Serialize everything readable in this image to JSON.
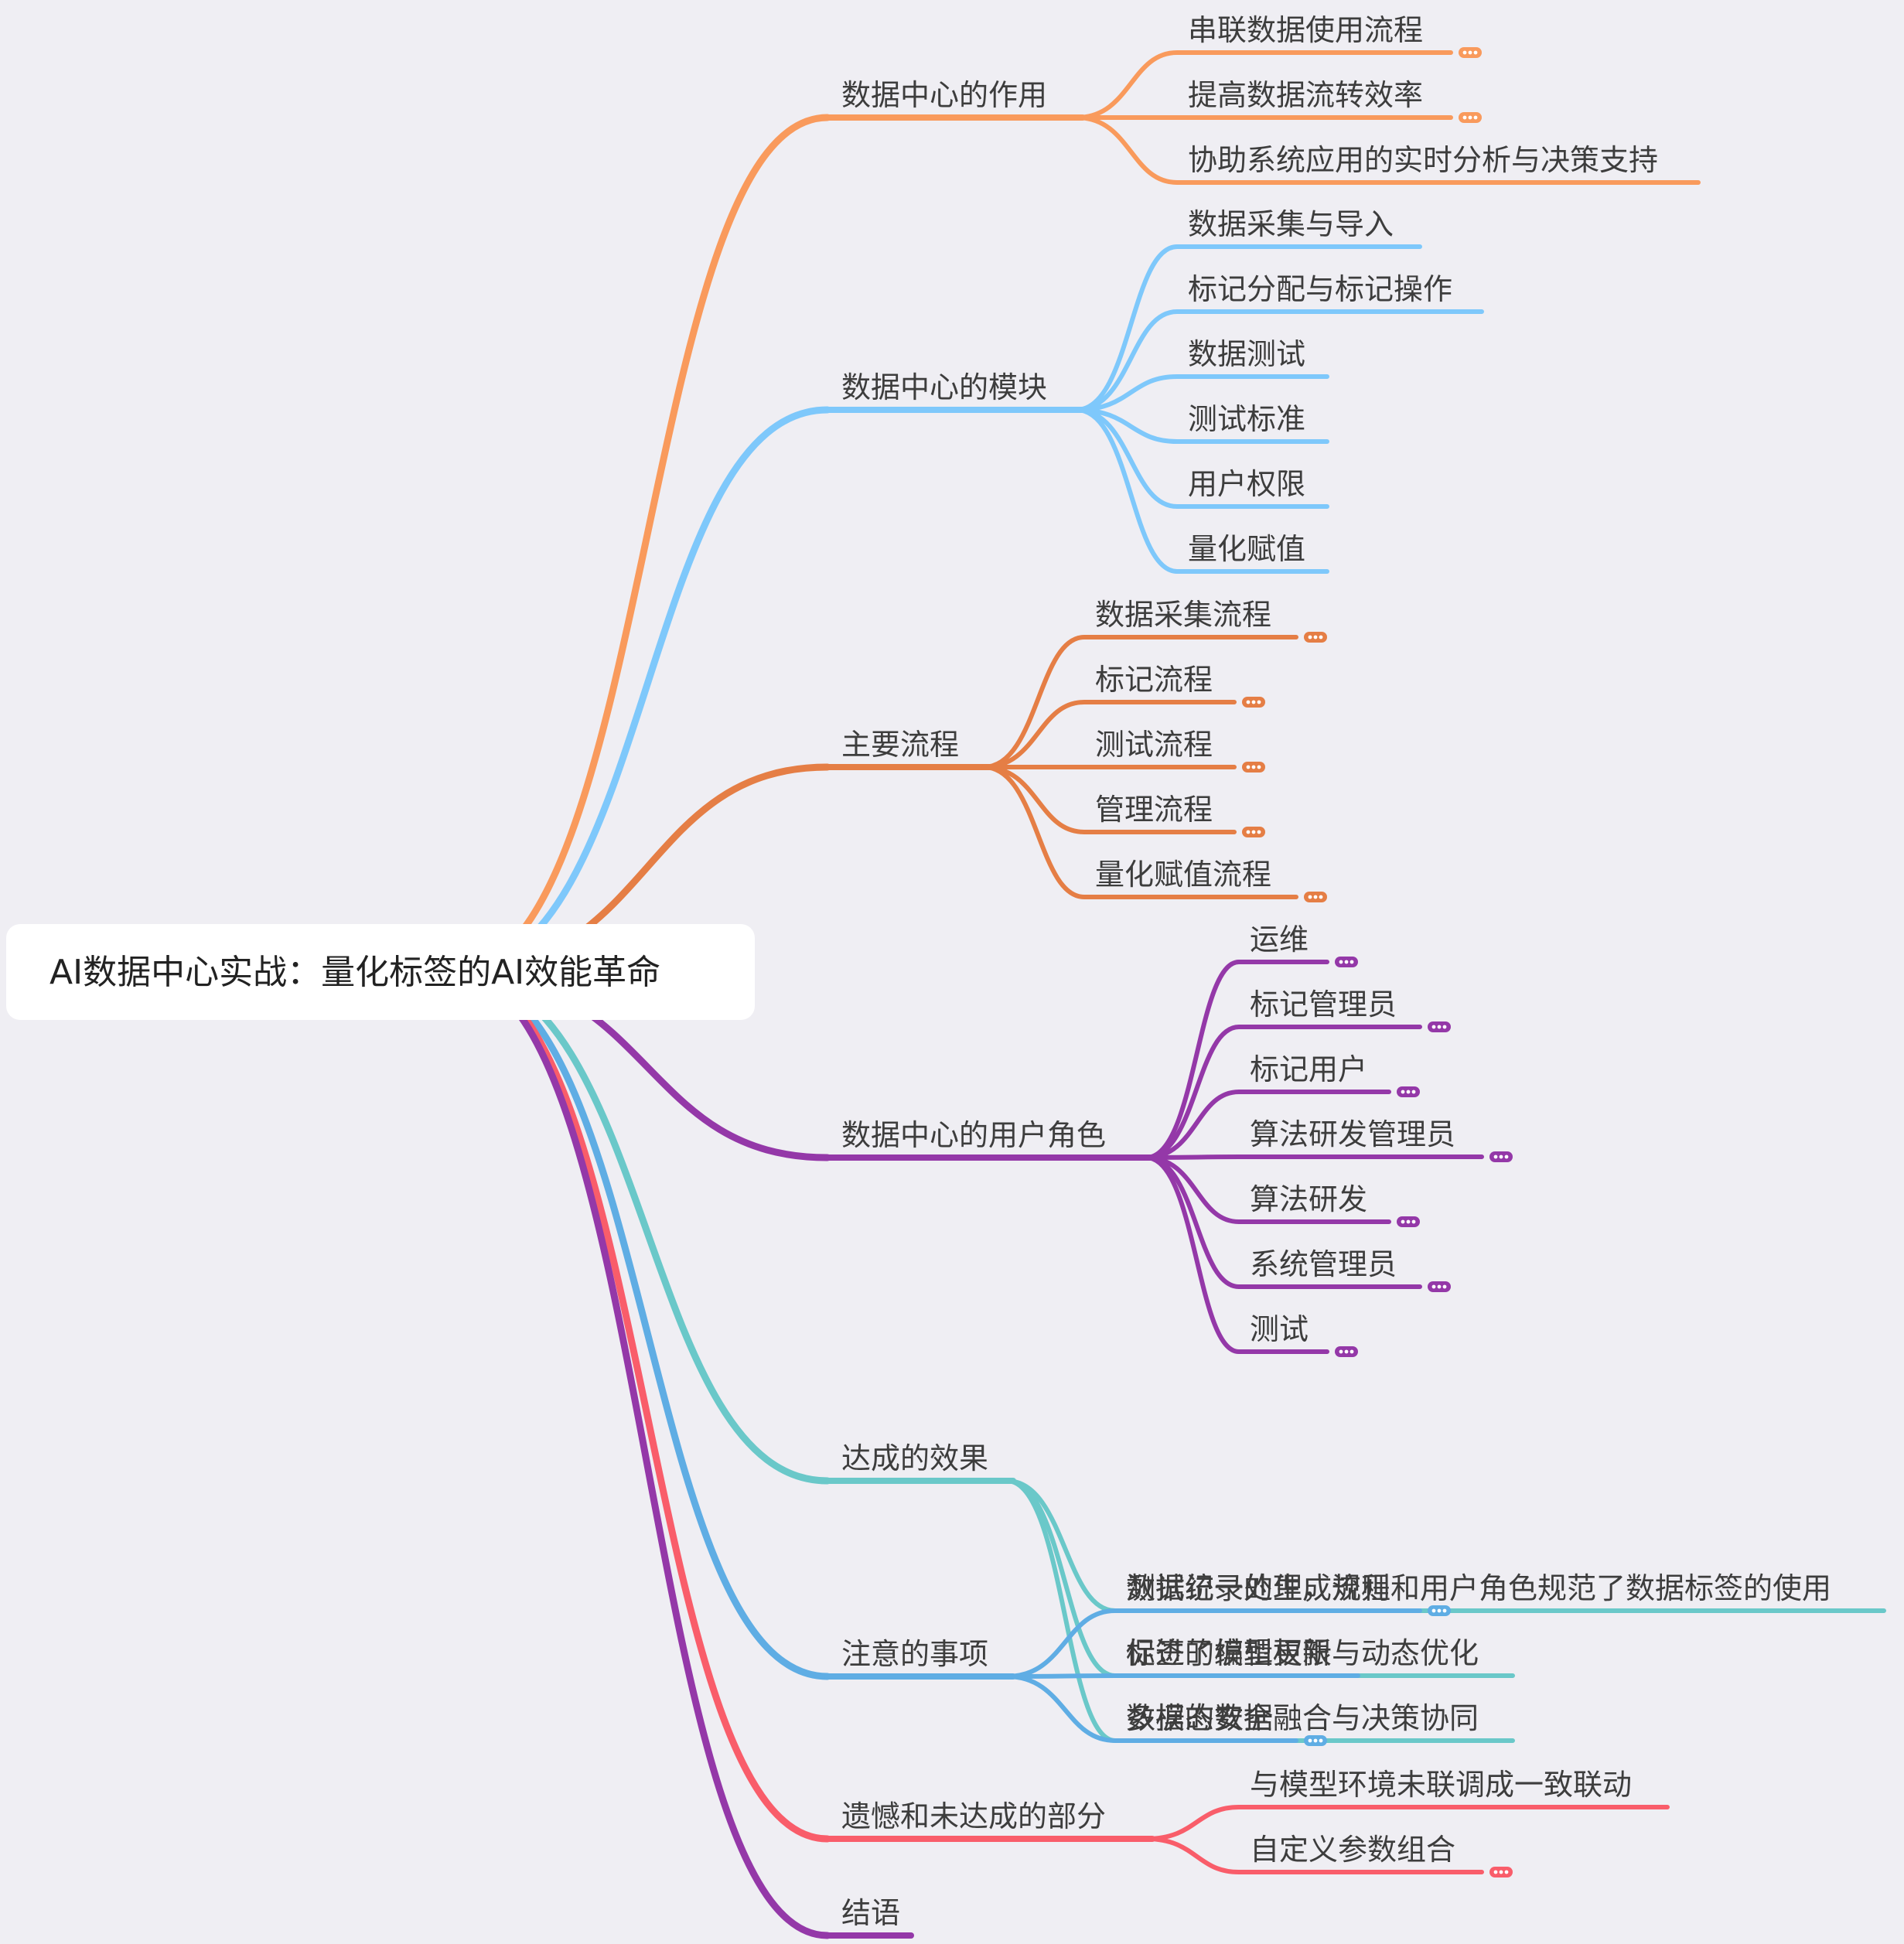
{
  "root": {
    "title": "AI数据中心实战：量化标签的AI效能革命"
  },
  "colors": {
    "background": "#efeef3",
    "root_fill": "#ffffff",
    "text": "#3d3d3d"
  },
  "branches": [
    {
      "label": "数据中心的作用",
      "color": "#f99a5c",
      "children": [
        {
          "label": "串联数据使用流程",
          "collapsed": true
        },
        {
          "label": "提高数据流转效率",
          "collapsed": true
        },
        {
          "label": "协助系统应用的实时分析与决策支持",
          "collapsed": false
        }
      ]
    },
    {
      "label": "数据中心的模块",
      "color": "#7ec8fb",
      "children": [
        {
          "label": "数据采集与导入",
          "collapsed": false
        },
        {
          "label": "标记分配与标记操作",
          "collapsed": false
        },
        {
          "label": "数据测试",
          "collapsed": false
        },
        {
          "label": "测试标准",
          "collapsed": false
        },
        {
          "label": "用户权限",
          "collapsed": false
        },
        {
          "label": "量化赋值",
          "collapsed": false
        }
      ]
    },
    {
      "label": "主要流程",
      "color": "#e57e45",
      "children": [
        {
          "label": "数据采集流程",
          "collapsed": true
        },
        {
          "label": "标记流程",
          "collapsed": true
        },
        {
          "label": "测试流程",
          "collapsed": true
        },
        {
          "label": "管理流程",
          "collapsed": true
        },
        {
          "label": "量化赋值流程",
          "collapsed": true
        }
      ]
    },
    {
      "label": "数据中心的用户角色",
      "color": "#9438a8",
      "children": [
        {
          "label": "运维",
          "collapsed": true
        },
        {
          "label": "标记管理员",
          "collapsed": true
        },
        {
          "label": "标记用户",
          "collapsed": true
        },
        {
          "label": "算法研发管理员",
          "collapsed": true
        },
        {
          "label": "算法研发",
          "collapsed": true
        },
        {
          "label": "系统管理员",
          "collapsed": true
        },
        {
          "label": "测试",
          "collapsed": true
        }
      ]
    },
    {
      "label": "达成的效果",
      "color": "#6ac8c9",
      "children": [
        {
          "label": "数据统一处理，流程和用户角色规范了数据标签的使用",
          "collapsed": false
        },
        {
          "label": "促进了模型更新与动态优化",
          "collapsed": false
        },
        {
          "label": "多模态数据融合与决策协同",
          "collapsed": false
        }
      ]
    },
    {
      "label": "注意的事项",
      "color": "#5fade4",
      "children": [
        {
          "label": "测试记录的生成规则",
          "collapsed": true
        },
        {
          "label": "标签的编辑权限",
          "collapsed": false
        },
        {
          "label": "数据的安全",
          "collapsed": true
        }
      ]
    },
    {
      "label": "遗憾和未达成的部分",
      "color": "#f95d6a",
      "children": [
        {
          "label": "与模型环境未联调成一致联动",
          "collapsed": false
        },
        {
          "label": "自定义参数组合",
          "collapsed": true
        }
      ]
    },
    {
      "label": "结语",
      "color": "#9438a8",
      "children": []
    }
  ]
}
